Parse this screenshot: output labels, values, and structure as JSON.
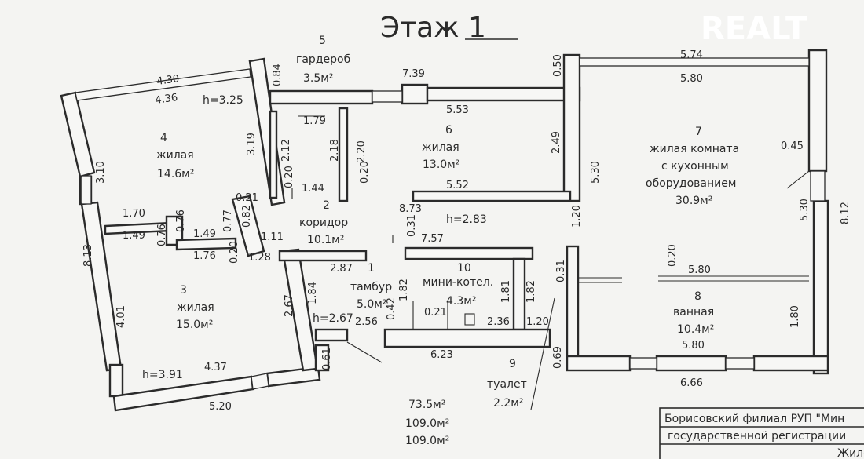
{
  "header": {
    "floor_title": "Этаж 1"
  },
  "watermark": "REALT",
  "rooms": [
    {
      "no": "5",
      "name": "гардероб",
      "area": "3.5м²"
    },
    {
      "no": "6",
      "name": "жилая",
      "area": "13.0м²"
    },
    {
      "no": "7",
      "name_lines": [
        "жилая комната",
        "с кухонным",
        "оборудованием"
      ],
      "area": "30.9м²"
    },
    {
      "no": "4",
      "name": "жилая",
      "area": "14.6м²"
    },
    {
      "no": "2",
      "name": "коридор",
      "area": "10.1м²"
    },
    {
      "no": "3",
      "name": "жилая",
      "area": "15.0м²"
    },
    {
      "no": "1",
      "name": "тамбур",
      "area": "5.0м²"
    },
    {
      "no": "10",
      "name": "мини-котел.",
      "area": "4.3м²"
    },
    {
      "no": "8",
      "name": "ванная",
      "area": "10.4м²"
    },
    {
      "no": "9",
      "name": "туалет",
      "area": "2.2м²"
    }
  ],
  "heights": [
    "h=3.25",
    "h=2.83",
    "h=2.67",
    "h=3.91"
  ],
  "dimensions": [
    "4.30",
    "4.36",
    "0.84",
    "7.39",
    "0.50",
    "5.74",
    "5.80",
    "5.53",
    "1.79",
    "3.19",
    "2.12",
    "2.18",
    "2.20",
    "2.49",
    "3.10",
    "0.20",
    "1.44",
    "0.20",
    "5.52",
    "5.30",
    "0.45",
    "0.21",
    "8.73",
    "1.70",
    "0.76",
    "0.77",
    "0.82",
    "1.49",
    "0.76",
    "1.49",
    "1.11",
    "1.20",
    "5.30",
    "8.12",
    "0.31",
    "7.57",
    "8.13",
    "1.76",
    "0.20",
    "1.28",
    "2.87",
    "0.31",
    "0.20",
    "5.80",
    "1.84",
    "1.82",
    "1.81",
    "1.82",
    "2.67",
    "0.42",
    "4.01",
    "2.56",
    "0.21",
    "2.36",
    "1.20",
    "1.80",
    "5.80",
    "6.23",
    "0.61",
    "0.69",
    "4.37",
    "6.66",
    "5.20"
  ],
  "totals": [
    "73.5м²",
    "109.0м²",
    "109.0м²"
  ],
  "stamp": {
    "line1": "Борисовский филиал РУП \"Мин",
    "line2": "государственной регистрации",
    "line3": "Жило"
  }
}
